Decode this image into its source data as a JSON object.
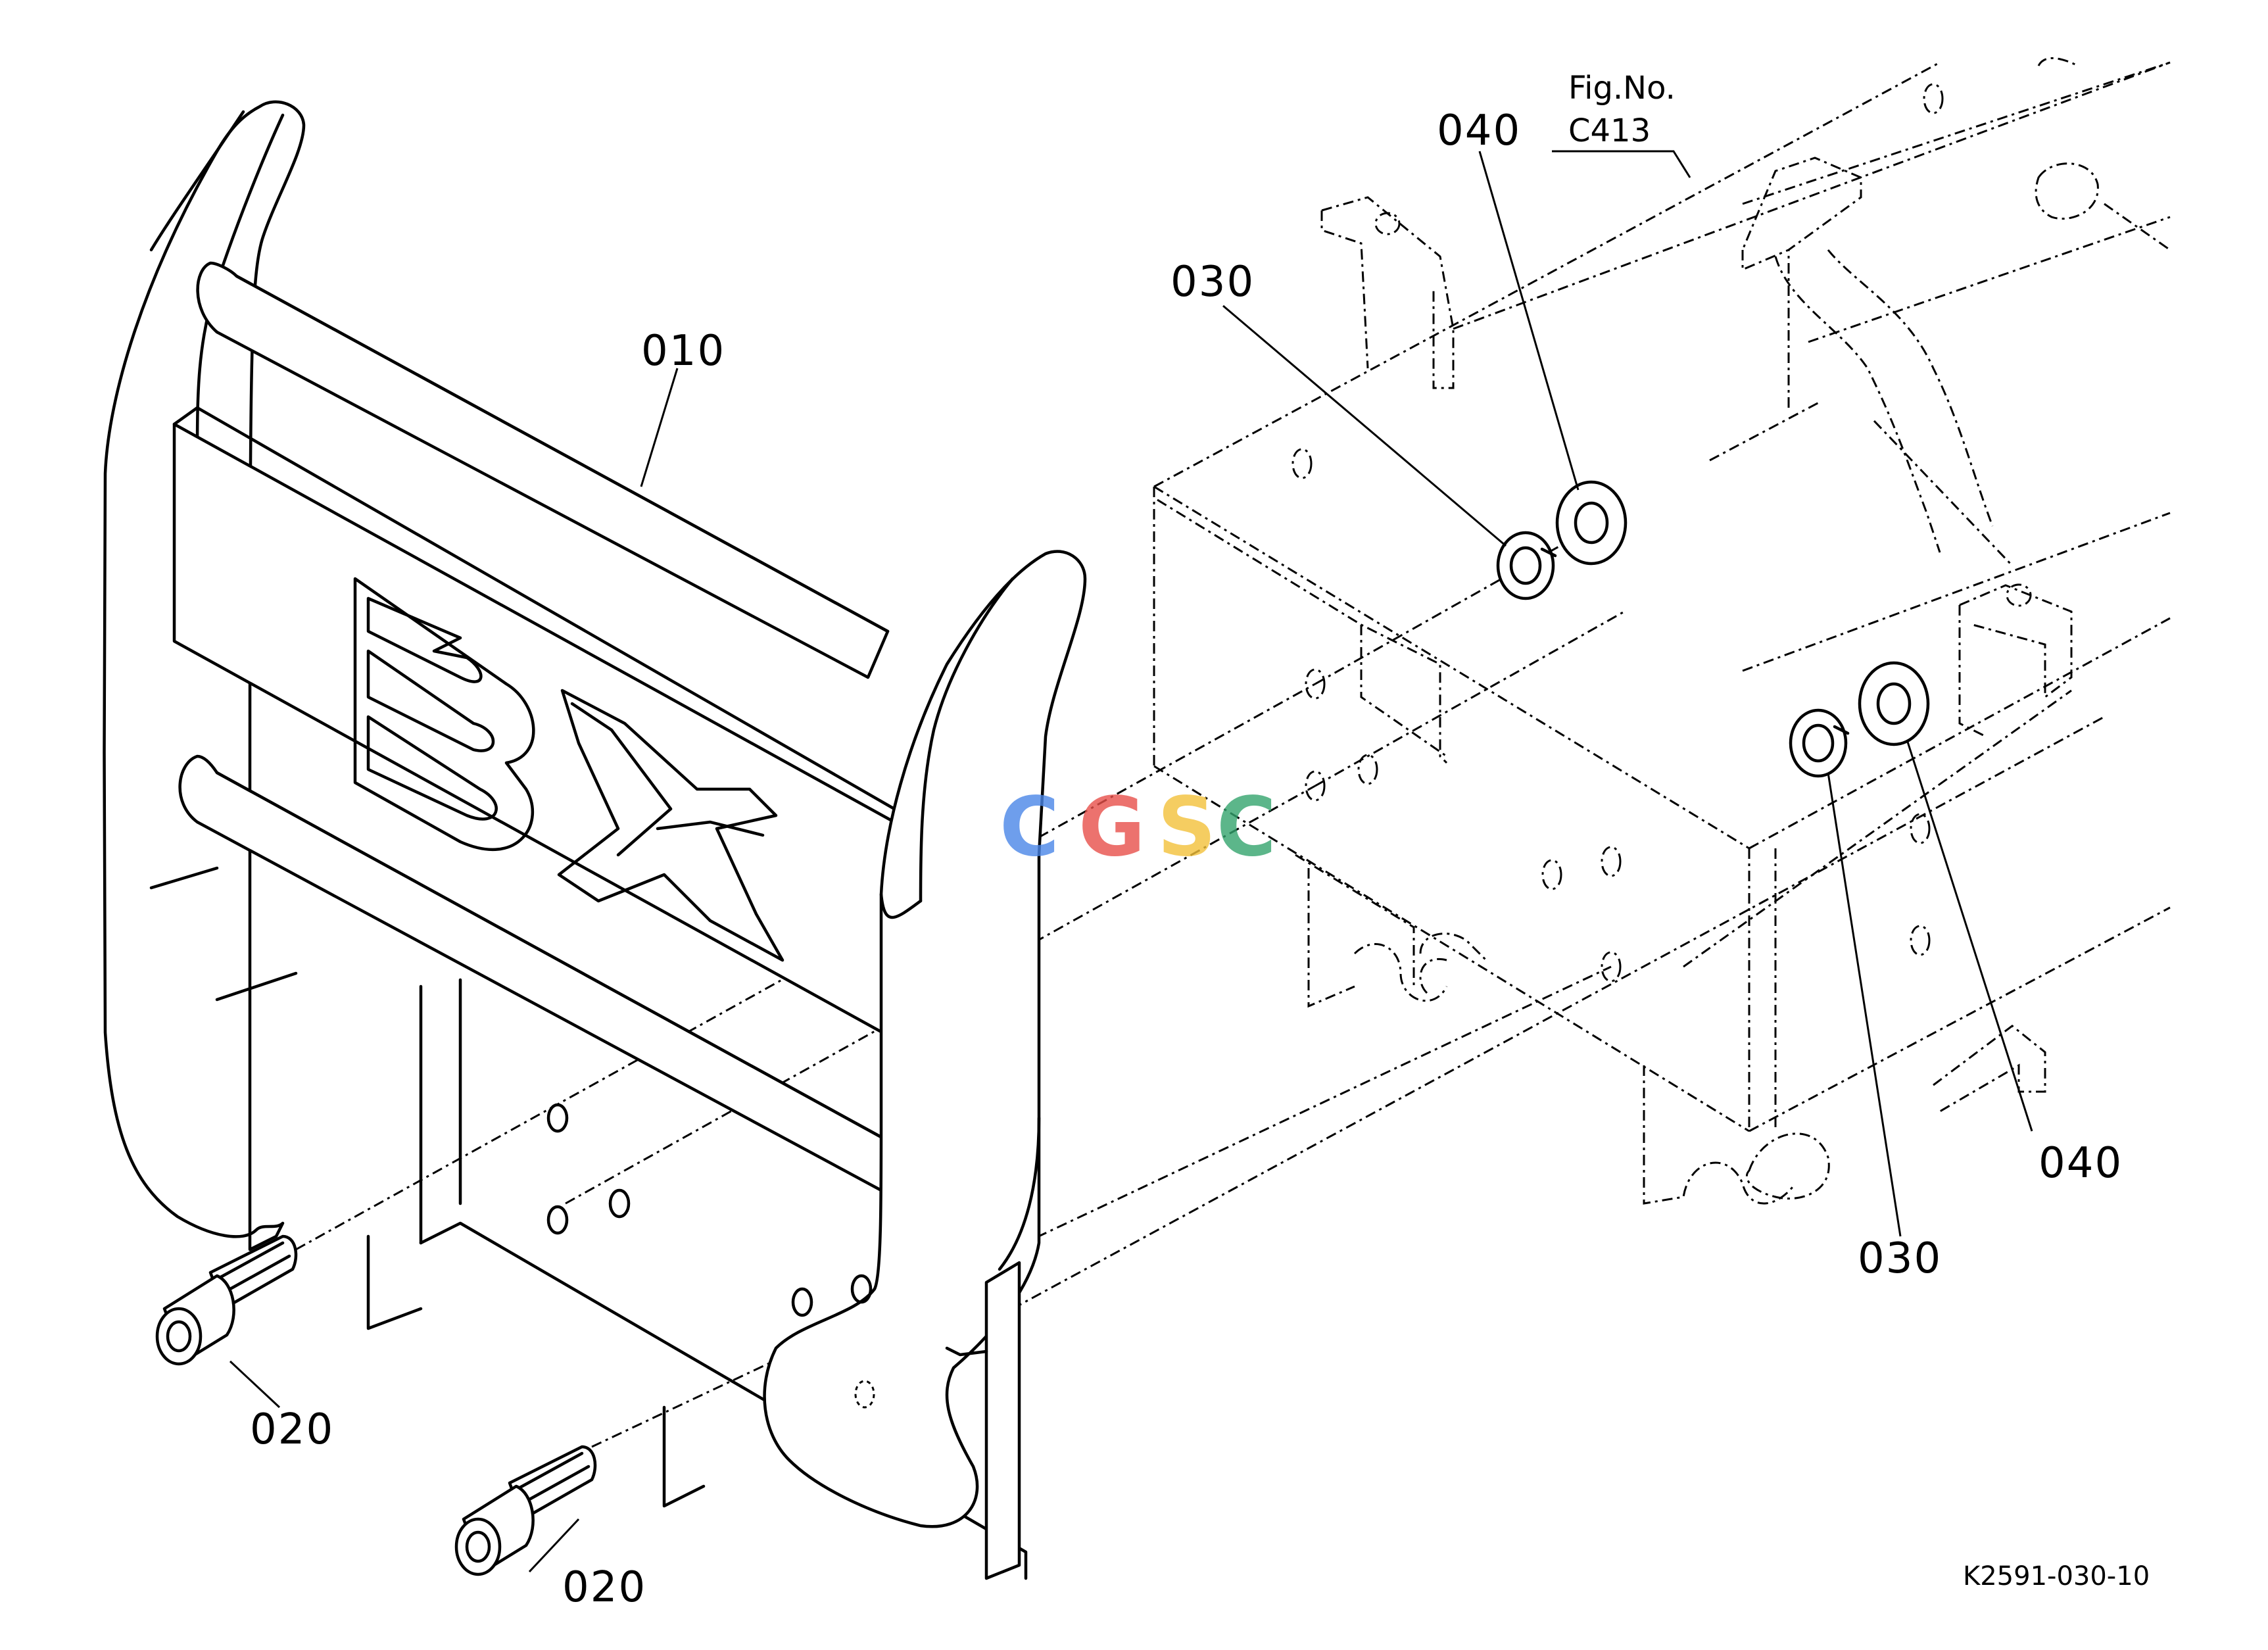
{
  "labels": {
    "guard": "010",
    "bolt_left": "020",
    "bolt_right": "020",
    "lock_washer_upper": "030",
    "lock_washer_lower": "030",
    "washer_upper": "040",
    "washer_lower": "040"
  },
  "fig_ref": {
    "line1": "Fig.No.",
    "line2": "C413"
  },
  "drawing_code": "K2591-030-10",
  "guard_emblem": "BX",
  "watermark": {
    "letters": [
      "C",
      "G",
      "S",
      "C"
    ],
    "colors": [
      "#4a86e8",
      "#e8504a",
      "#f3c13a",
      "#34a46e"
    ]
  }
}
